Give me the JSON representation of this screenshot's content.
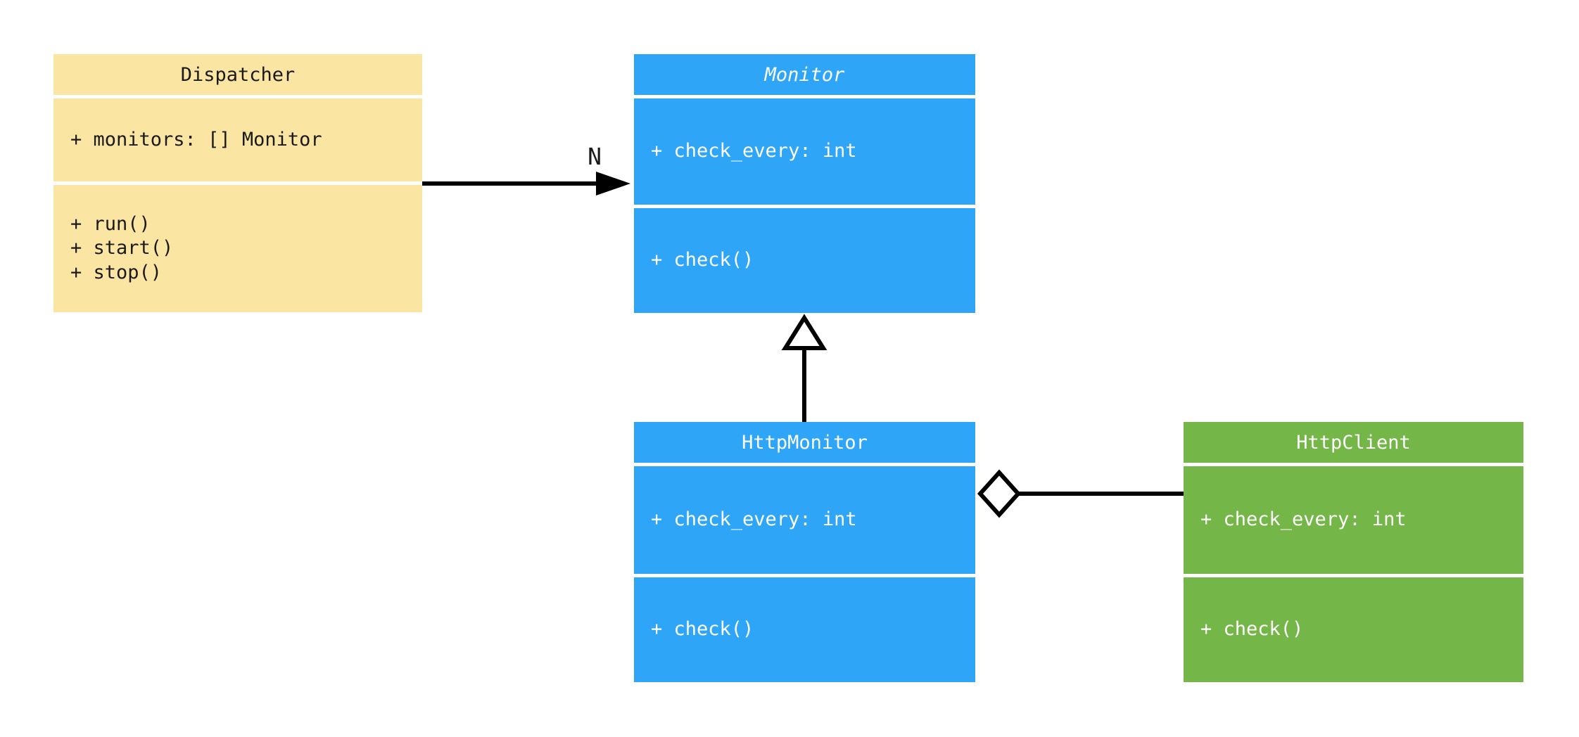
{
  "diagram": {
    "type": "uml-class-diagram",
    "background": "#FFFFFF",
    "edge_color": "#000000",
    "classes": [
      {
        "name": "Dispatcher",
        "abstract": false,
        "fill": "#FBE5A3",
        "text_color": "#1A1A1A",
        "attributes": [
          "+ monitors: [] Monitor"
        ],
        "methods": [
          "+ run()",
          "+ start()",
          "+ stop()"
        ]
      },
      {
        "name": "Monitor",
        "abstract": true,
        "fill": "#2FA5F7",
        "text_color": "#FFFFFF",
        "attributes": [
          "+ check_every: int"
        ],
        "methods": [
          "+ check()"
        ]
      },
      {
        "name": "HttpMonitor",
        "abstract": false,
        "fill": "#2FA5F7",
        "text_color": "#FFFFFF",
        "attributes": [
          "+ check_every: int"
        ],
        "methods": [
          "+ check()"
        ]
      },
      {
        "name": "HttpClient",
        "abstract": false,
        "fill": "#74B647",
        "text_color": "#FFFFFF",
        "attributes": [
          "+ check_every: int"
        ],
        "methods": [
          "+ check()"
        ]
      }
    ],
    "relationships": [
      {
        "from": "Dispatcher",
        "to": "Monitor",
        "type": "association",
        "marker": "filled-arrowhead",
        "label": "N"
      },
      {
        "from": "HttpMonitor",
        "to": "Monitor",
        "type": "inheritance",
        "marker": "hollow-triangle",
        "label": ""
      },
      {
        "from": "HttpMonitor",
        "to": "HttpClient",
        "type": "aggregation",
        "marker": "hollow-diamond",
        "label": ""
      }
    ]
  }
}
